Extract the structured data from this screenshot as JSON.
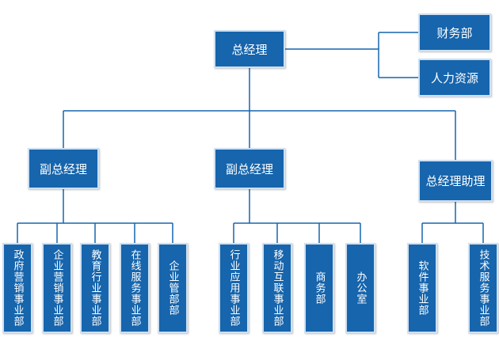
{
  "org": {
    "ceo": "总经理",
    "finance": "财务部",
    "hr": "人力资源",
    "vp1": "副总经理",
    "vp2": "副总经理",
    "assistant": "总经理助理",
    "vp1_depts": [
      "政府营销事业部",
      "企业营销事业部",
      "教育行业事业部",
      "在线服务事业部",
      "企业管部部"
    ],
    "vp2_depts": [
      "行业应用事业部",
      "移动互联事业部",
      "商务部",
      "办公室"
    ],
    "assistant_depts": [
      "软件事业部",
      "技术服务事业部"
    ]
  },
  "colors": {
    "box": "#1665ad",
    "border": "#cfe0f2",
    "line": "#1665ad",
    "text": "#ffffff"
  }
}
